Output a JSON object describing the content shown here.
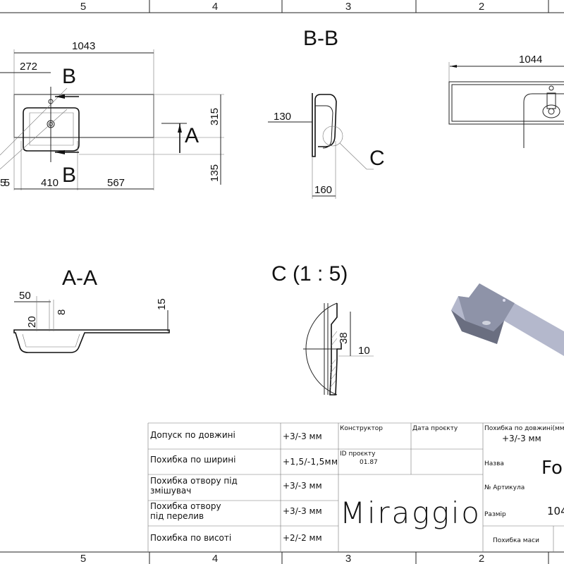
{
  "frame": {
    "zones_top": [
      "5",
      "4",
      "3",
      "2"
    ],
    "zones_bottom": [
      "5",
      "4",
      "3",
      "2"
    ]
  },
  "plan_view": {
    "dims": {
      "total_length": "1043",
      "hole_offset": "272",
      "width_top": "315",
      "width_bottom": "135",
      "left_partial": "55",
      "bowl_width": "410",
      "right_length": "567"
    },
    "section_marks": {
      "b_top": "B",
      "b_bottom": "B",
      "a": "A"
    }
  },
  "section_bb": {
    "title": "B-B",
    "dims": {
      "depth": "130",
      "width": "160"
    },
    "detail_mark": "C"
  },
  "top_view_right": {
    "dims": {
      "length": "1044"
    }
  },
  "section_aa": {
    "title": "A-A",
    "dims": {
      "left": "50",
      "hole_depth": "20",
      "hole_dia": "8",
      "thickness": "15"
    }
  },
  "detail_c": {
    "title": "C (1 : 5)",
    "dims": {
      "height": "38",
      "thickness": "10"
    }
  },
  "title_block": {
    "tolerances": [
      {
        "label": "Допуск по довжині",
        "value": "+3/-3 мм"
      },
      {
        "label": "Похибка по ширині",
        "value": "+1,5/-1,5мм"
      },
      {
        "label_line1": "Похибка отвору під",
        "label_line2": "змішувач",
        "value": "+3/-3 мм"
      },
      {
        "label_line1": "Похибка отвору",
        "label_line2": "під перелив",
        "value": "+3/-3 мм"
      },
      {
        "label": "Похибка по висоті",
        "value": "+2/-2 мм"
      }
    ],
    "designer_label": "Конструктор",
    "date_label": "Дата проєкту",
    "project_id_label": "ID проєкту",
    "project_id": "01.87",
    "logo": "Miraggio",
    "length_tol_label": "Похибка по довжині(мм)",
    "length_tol_value": "+3/-3 мм",
    "name_label": "Назва",
    "name_value": "Fo",
    "article_label": "№ Артикула",
    "size_label": "Размір",
    "size_value": "104",
    "mass_tol_label": "Похибка маси"
  },
  "colors": {
    "render_body": "#8e93a8",
    "render_light": "#b4b8cc",
    "render_dark": "#6a6e80"
  }
}
